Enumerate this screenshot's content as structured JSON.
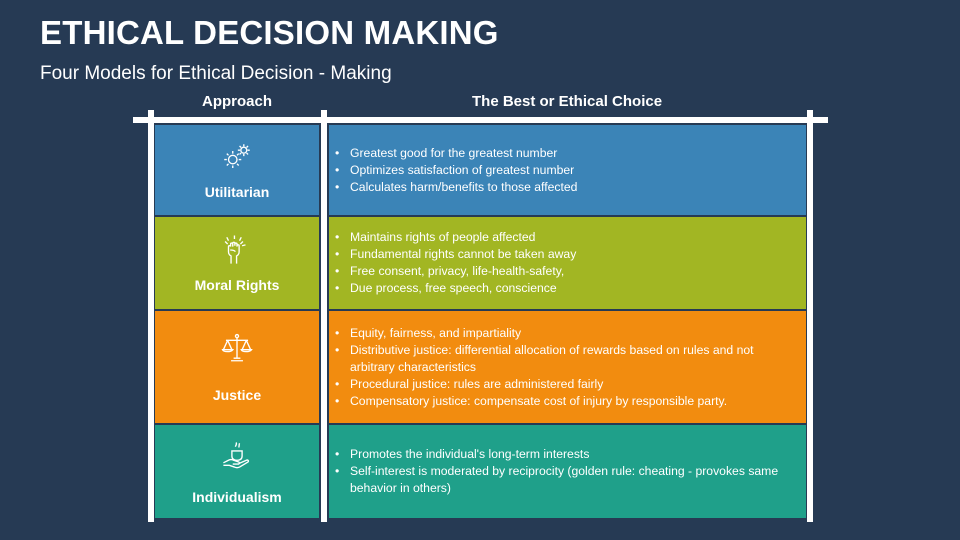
{
  "title": "ETHICAL DECISION MAKING",
  "subtitle": "Four Models for Ethical Decision - Making",
  "headers": {
    "approach": "Approach",
    "choice": "The Best or Ethical Choice"
  },
  "rows": [
    {
      "label": "Utilitarian",
      "color": "#3B84B7",
      "icon": "gears-icon",
      "points": [
        "Greatest good for the greatest number",
        "Optimizes satisfaction of greatest number",
        "Calculates harm/benefits to those affected"
      ]
    },
    {
      "label": "Moral Rights",
      "color": "#A2B623",
      "icon": "raised-fist-icon",
      "points": [
        "Maintains rights of people affected",
        "Fundamental rights cannot be taken away",
        "Free consent, privacy, life-health-safety,",
        "Due process, free speech, conscience"
      ]
    },
    {
      "label": "Justice",
      "color": "#F28C0F",
      "icon": "scales-icon",
      "points": [
        "Equity, fairness, and impartiality",
        "Distributive justice: differential allocation of rewards based on rules and not arbitrary characteristics",
        "Procedural justice: rules are administered fairly",
        "Compensatory justice: compensate cost of injury by responsible party."
      ]
    },
    {
      "label": "Individualism",
      "color": "#1FA08A",
      "icon": "hand-holding-icon",
      "points": [
        "Promotes the individual's long-term interests",
        "Self-interest is moderated by reciprocity (golden rule: cheating - provokes same behavior in others)"
      ]
    }
  ]
}
